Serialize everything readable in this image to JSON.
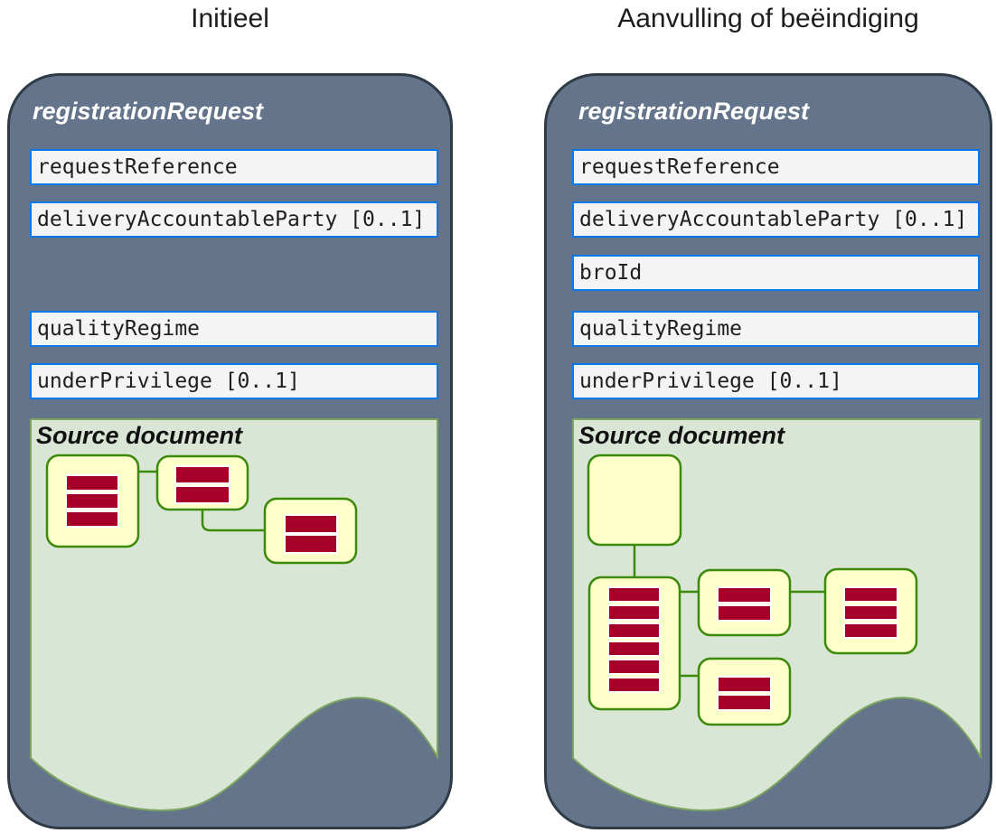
{
  "titles": {
    "left": "Initieel",
    "right": "Aanvulling of beëindiging"
  },
  "panels": {
    "left": {
      "header": "registrationRequest",
      "fields": [
        "requestReference",
        "deliveryAccountableParty [0..1]",
        "qualityRegime",
        "underPrivilege [0..1]"
      ],
      "source_document": {
        "label": "Source document",
        "nodes": [
          {
            "id": "node-1",
            "bars": 3
          },
          {
            "id": "node-2",
            "bars": 2
          },
          {
            "id": "node-3",
            "bars": 2
          }
        ],
        "connections": [
          [
            "node-1",
            "node-2"
          ],
          [
            "node-2",
            "node-3"
          ]
        ]
      }
    },
    "right": {
      "header": "registrationRequest",
      "fields": [
        "requestReference",
        "deliveryAccountableParty [0..1]",
        "broId",
        "qualityRegime",
        "underPrivilege [0..1]"
      ],
      "source_document": {
        "label": "Source document",
        "nodes": [
          {
            "id": "node-empty",
            "bars": 0
          },
          {
            "id": "node-tall",
            "bars": 6
          },
          {
            "id": "node-mid-top",
            "bars": 2
          },
          {
            "id": "node-right",
            "bars": 3
          },
          {
            "id": "node-mid-bottom",
            "bars": 2
          }
        ],
        "connections": [
          [
            "node-empty",
            "node-tall"
          ],
          [
            "node-tall",
            "node-mid-top"
          ],
          [
            "node-mid-top",
            "node-right"
          ],
          [
            "node-tall",
            "node-mid-bottom"
          ]
        ]
      }
    }
  },
  "colors": {
    "title_text": "#1d1d1d",
    "panel_fill": "#64748a",
    "panel_border": "#2f3b47",
    "header_text": "#ffffff",
    "field_fill": "#f4f4f4",
    "field_border": "#0a78e8",
    "field_text": "#1e1e1e",
    "source_fill": "#d9e6d5",
    "source_border": "#7ca561",
    "node_fill": "#ffffc9",
    "node_border": "#3c8a0b",
    "connector": "#3c8a0b",
    "bar_fill": "#a50027",
    "bar_border": "#ffffff"
  }
}
